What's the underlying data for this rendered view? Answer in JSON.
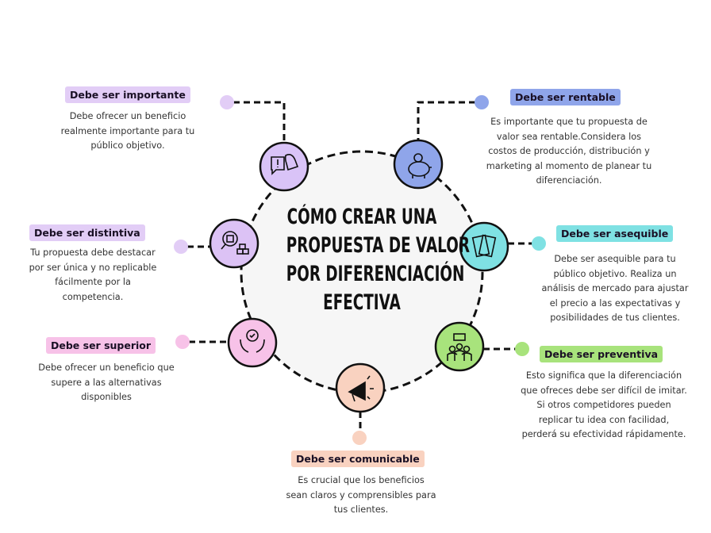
{
  "title": [
    "CÓMO CREAR UNA",
    "PROPUESTA DE VALOR",
    "POR DIFERENCIACIÓN",
    "EFECTIVA"
  ],
  "colors": {
    "purple": "#e2cdf6",
    "blue": "#8fa5ea",
    "teal": "#7fe1e3",
    "green": "#a8e37c",
    "peach": "#f9d2c0",
    "pink": "#f7c2e8",
    "center": "#f5f5f5"
  },
  "items": [
    {
      "label": "Debe ser importante",
      "desc": "Debe ofrecer un beneficio realmente importante para tu público objetivo.",
      "icon": "alert-bell-chat-icon"
    },
    {
      "label": "Debe ser rentable",
      "desc": "Es importante que tu propuesta de valor sea rentable.Considera los costos de producción, distribución y marketing al momento de planear tu diferenciación.",
      "icon": "piggy-bank-icon"
    },
    {
      "label": "Debe ser asequible",
      "desc": "Debe ser asequible para tu público objetivo. Realiza un análisis de mercado para ajustar el precio a las expectativas y posibilidades de tus clientes.",
      "icon": "money-bills-icon"
    },
    {
      "label": "Debe ser preventiva",
      "desc": "Esto significa que la diferenciación que ofreces debe ser difícil de imitar. Si otros competidores pueden replicar tu idea con facilidad, perderá su efectividad rápidamente.",
      "icon": "team-speech-icon"
    },
    {
      "label": "Debe ser comunicable",
      "desc": "Es crucial que los beneficios sean claros y comprensibles para tus clientes.",
      "icon": "megaphone-icon"
    },
    {
      "label": "Debe ser superior",
      "desc": "Debe ofrecer un beneficio que supere a las alternativas disponibles",
      "icon": "hands-award-icon"
    },
    {
      "label": "Debe ser distintiva",
      "desc": "Tu propuesta debe destacar por ser única y no replicable fácilmente por la competencia.",
      "icon": "magnifier-boxes-icon"
    }
  ]
}
